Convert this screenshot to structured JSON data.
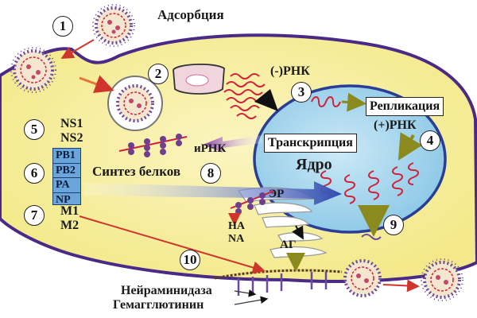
{
  "labels": {
    "adsorption": "Адсорбция",
    "neg_rna": "(-)РНК",
    "replication": "Репликация",
    "pos_rna": "(+)РНК",
    "transcription": "Транскрипция",
    "mrna": "иРНК",
    "nucleus": "Ядро",
    "protein_synthesis": "Синтез белков",
    "er": "ЭР",
    "ag": "АГ",
    "ha": "HA",
    "na": "NA",
    "ns1": "NS1",
    "ns2": "NS2",
    "m1": "M1",
    "m2": "M2",
    "neuraminidase": "Нейраминидаза",
    "hemagglutinin": "Гемагглютинин"
  },
  "polymerase_proteins": [
    "PB1",
    "PB2",
    "PA",
    "NP"
  ],
  "steps": [
    "1",
    "2",
    "3",
    "4",
    "5",
    "6",
    "7",
    "8",
    "9",
    "10"
  ],
  "colors": {
    "cytoplasm": "#f6ee9c",
    "cell_border": "#4a2a86",
    "nucleus": "#a8d6ec",
    "nucleus_border": "#2b3e96",
    "rna": "#d0203a",
    "virion_core": "#f4e6cf",
    "spike": "#6a4a9c",
    "protein_bead": "#6f3f8e",
    "polymerase_box": "#6aa6dc"
  }
}
